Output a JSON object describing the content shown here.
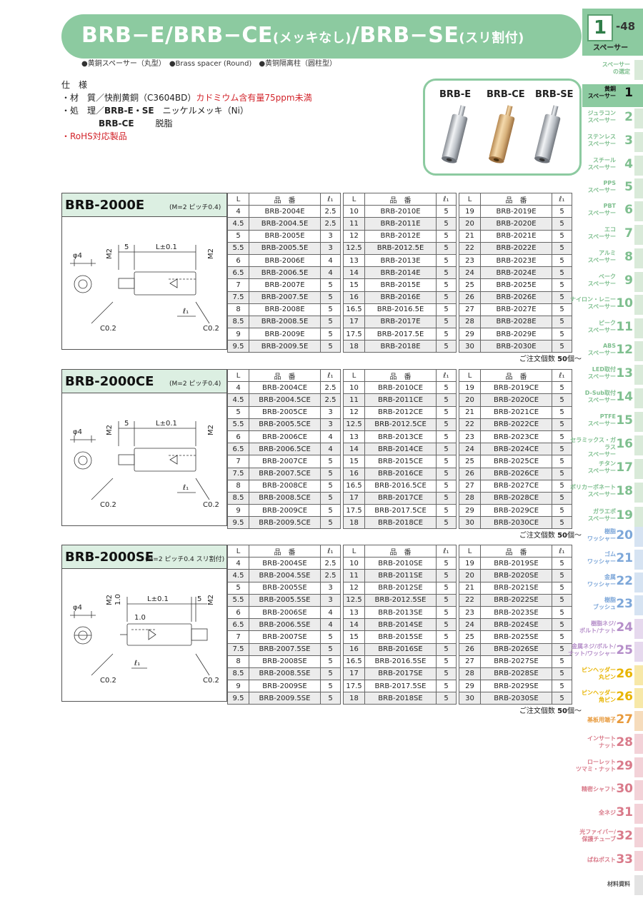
{
  "header": {
    "title_main1": "BRB−E/BRB−CE",
    "title_small1": "(メッキなし)",
    "title_main2": "/BRB−SE",
    "title_small2": "(スリ割付)",
    "chapter_num": "1",
    "chapter_page": "-48",
    "chapter_label": "スペーサー",
    "subtitle": "●黄銅スペーサー（丸型）　●Brass spacer (Round)　●黄铜隔离柱（圆柱型）"
  },
  "spec": {
    "heading": "仕　様",
    "material_label": "・材　質／快削黄銅（C3604BD）",
    "material_note": "カドミウム含有量75ppm未満",
    "process_label": "・処　理／",
    "process_e_se": "BRB-E・SE",
    "process_e_se_value": "ニッケルメッキ（Ni）",
    "process_ce": "BRB-CE",
    "process_ce_value": "脱脂",
    "rohs": "・RoHS対応製品"
  },
  "photo": {
    "labels": [
      "BRB-E",
      "BRB-CE",
      "BRB-SE"
    ]
  },
  "colors": {
    "accent": "#8ccaa0",
    "section_head": "#dcefe2",
    "red_note": "#d2232a"
  },
  "table_headers": [
    "L",
    "品　番",
    "ℓ₁"
  ],
  "order_note_prefix": "ご注文個数 ",
  "order_note_qty": "50",
  "order_note_suffix": "個〜",
  "drawing_labels": {
    "phi": "φ4",
    "m2": "M2",
    "five": "5",
    "length": "L±0.1",
    "c02": "C0.2",
    "l1": "ℓ₁",
    "one": "1.0"
  },
  "sections": [
    {
      "name": "BRB-2000E",
      "note": "(M=2 ピッチ0.4)",
      "col1": [
        [
          "4",
          "BRB-2004E",
          "2.5"
        ],
        [
          "4.5",
          "BRB-2004.5E",
          "2.5"
        ],
        [
          "5",
          "BRB-2005E",
          "3"
        ],
        [
          "5.5",
          "BRB-2005.5E",
          "3"
        ],
        [
          "6",
          "BRB-2006E",
          "4"
        ],
        [
          "6.5",
          "BRB-2006.5E",
          "4"
        ],
        [
          "7",
          "BRB-2007E",
          "5"
        ],
        [
          "7.5",
          "BRB-2007.5E",
          "5"
        ],
        [
          "8",
          "BRB-2008E",
          "5"
        ],
        [
          "8.5",
          "BRB-2008.5E",
          "5"
        ],
        [
          "9",
          "BRB-2009E",
          "5"
        ],
        [
          "9.5",
          "BRB-2009.5E",
          "5"
        ]
      ],
      "col2": [
        [
          "10",
          "BRB-2010E",
          "5"
        ],
        [
          "11",
          "BRB-2011E",
          "5"
        ],
        [
          "12",
          "BRB-2012E",
          "5"
        ],
        [
          "12.5",
          "BRB-2012.5E",
          "5"
        ],
        [
          "13",
          "BRB-2013E",
          "5"
        ],
        [
          "14",
          "BRB-2014E",
          "5"
        ],
        [
          "15",
          "BRB-2015E",
          "5"
        ],
        [
          "16",
          "BRB-2016E",
          "5"
        ],
        [
          "16.5",
          "BRB-2016.5E",
          "5"
        ],
        [
          "17",
          "BRB-2017E",
          "5"
        ],
        [
          "17.5",
          "BRB-2017.5E",
          "5"
        ],
        [
          "18",
          "BRB-2018E",
          "5"
        ]
      ],
      "col3": [
        [
          "19",
          "BRB-2019E",
          "5"
        ],
        [
          "20",
          "BRB-2020E",
          "5"
        ],
        [
          "21",
          "BRB-2021E",
          "5"
        ],
        [
          "22",
          "BRB-2022E",
          "5"
        ],
        [
          "23",
          "BRB-2023E",
          "5"
        ],
        [
          "24",
          "BRB-2024E",
          "5"
        ],
        [
          "25",
          "BRB-2025E",
          "5"
        ],
        [
          "26",
          "BRB-2026E",
          "5"
        ],
        [
          "27",
          "BRB-2027E",
          "5"
        ],
        [
          "28",
          "BRB-2028E",
          "5"
        ],
        [
          "29",
          "BRB-2029E",
          "5"
        ],
        [
          "30",
          "BRB-2030E",
          "5"
        ]
      ]
    },
    {
      "name": "BRB-2000CE",
      "note": "(M=2 ピッチ0.4)",
      "col1": [
        [
          "4",
          "BRB-2004CE",
          "2.5"
        ],
        [
          "4.5",
          "BRB-2004.5CE",
          "2.5"
        ],
        [
          "5",
          "BRB-2005CE",
          "3"
        ],
        [
          "5.5",
          "BRB-2005.5CE",
          "3"
        ],
        [
          "6",
          "BRB-2006CE",
          "4"
        ],
        [
          "6.5",
          "BRB-2006.5CE",
          "4"
        ],
        [
          "7",
          "BRB-2007CE",
          "5"
        ],
        [
          "7.5",
          "BRB-2007.5CE",
          "5"
        ],
        [
          "8",
          "BRB-2008CE",
          "5"
        ],
        [
          "8.5",
          "BRB-2008.5CE",
          "5"
        ],
        [
          "9",
          "BRB-2009CE",
          "5"
        ],
        [
          "9.5",
          "BRB-2009.5CE",
          "5"
        ]
      ],
      "col2": [
        [
          "10",
          "BRB-2010CE",
          "5"
        ],
        [
          "11",
          "BRB-2011CE",
          "5"
        ],
        [
          "12",
          "BRB-2012CE",
          "5"
        ],
        [
          "12.5",
          "BRB-2012.5CE",
          "5"
        ],
        [
          "13",
          "BRB-2013CE",
          "5"
        ],
        [
          "14",
          "BRB-2014CE",
          "5"
        ],
        [
          "15",
          "BRB-2015CE",
          "5"
        ],
        [
          "16",
          "BRB-2016CE",
          "5"
        ],
        [
          "16.5",
          "BRB-2016.5CE",
          "5"
        ],
        [
          "17",
          "BRB-2017CE",
          "5"
        ],
        [
          "17.5",
          "BRB-2017.5CE",
          "5"
        ],
        [
          "18",
          "BRB-2018CE",
          "5"
        ]
      ],
      "col3": [
        [
          "19",
          "BRB-2019CE",
          "5"
        ],
        [
          "20",
          "BRB-2020CE",
          "5"
        ],
        [
          "21",
          "BRB-2021CE",
          "5"
        ],
        [
          "22",
          "BRB-2022CE",
          "5"
        ],
        [
          "23",
          "BRB-2023CE",
          "5"
        ],
        [
          "24",
          "BRB-2024CE",
          "5"
        ],
        [
          "25",
          "BRB-2025CE",
          "5"
        ],
        [
          "26",
          "BRB-2026CE",
          "5"
        ],
        [
          "27",
          "BRB-2027CE",
          "5"
        ],
        [
          "28",
          "BRB-2028CE",
          "5"
        ],
        [
          "29",
          "BRB-2029CE",
          "5"
        ],
        [
          "30",
          "BRB-2030CE",
          "5"
        ]
      ]
    },
    {
      "name": "BRB-2000SE",
      "note": "(M=2 ピッチ0.4 スリ割付)",
      "col1": [
        [
          "4",
          "BRB-2004SE",
          "2.5"
        ],
        [
          "4.5",
          "BRB-2004.5SE",
          "2.5"
        ],
        [
          "5",
          "BRB-2005SE",
          "3"
        ],
        [
          "5.5",
          "BRB-2005.5SE",
          "3"
        ],
        [
          "6",
          "BRB-2006SE",
          "4"
        ],
        [
          "6.5",
          "BRB-2006.5SE",
          "4"
        ],
        [
          "7",
          "BRB-2007SE",
          "5"
        ],
        [
          "7.5",
          "BRB-2007.5SE",
          "5"
        ],
        [
          "8",
          "BRB-2008SE",
          "5"
        ],
        [
          "8.5",
          "BRB-2008.5SE",
          "5"
        ],
        [
          "9",
          "BRB-2009SE",
          "5"
        ],
        [
          "9.5",
          "BRB-2009.5SE",
          "5"
        ]
      ],
      "col2": [
        [
          "10",
          "BRB-2010SE",
          "5"
        ],
        [
          "11",
          "BRB-2011SE",
          "5"
        ],
        [
          "12",
          "BRB-2012SE",
          "5"
        ],
        [
          "12.5",
          "BRB-2012.5SE",
          "5"
        ],
        [
          "13",
          "BRB-2013SE",
          "5"
        ],
        [
          "14",
          "BRB-2014SE",
          "5"
        ],
        [
          "15",
          "BRB-2015SE",
          "5"
        ],
        [
          "16",
          "BRB-2016SE",
          "5"
        ],
        [
          "16.5",
          "BRB-2016.5SE",
          "5"
        ],
        [
          "17",
          "BRB-2017SE",
          "5"
        ],
        [
          "17.5",
          "BRB-2017.5SE",
          "5"
        ],
        [
          "18",
          "BRB-2018SE",
          "5"
        ]
      ],
      "col3": [
        [
          "19",
          "BRB-2019SE",
          "5"
        ],
        [
          "20",
          "BRB-2020SE",
          "5"
        ],
        [
          "21",
          "BRB-2021SE",
          "5"
        ],
        [
          "22",
          "BRB-2022SE",
          "5"
        ],
        [
          "23",
          "BRB-2023SE",
          "5"
        ],
        [
          "24",
          "BRB-2024SE",
          "5"
        ],
        [
          "25",
          "BRB-2025SE",
          "5"
        ],
        [
          "26",
          "BRB-2026SE",
          "5"
        ],
        [
          "27",
          "BRB-2027SE",
          "5"
        ],
        [
          "28",
          "BRB-2028SE",
          "5"
        ],
        [
          "29",
          "BRB-2029SE",
          "5"
        ],
        [
          "30",
          "BRB-2030SE",
          "5"
        ]
      ]
    }
  ],
  "nav": [
    {
      "label": "スペーサー\nの選定",
      "num": "",
      "color": "#7fbf8f",
      "tab": "#d9ead9"
    },
    {
      "label": "黄銅\nスペーサー",
      "num": "1",
      "color": "#111111",
      "tab": "#8ccaa0",
      "active": true
    },
    {
      "label": "ジュラコン\nスペーサー",
      "num": "2",
      "color": "#7fbf8f",
      "tab": "#d9ead9"
    },
    {
      "label": "ステンレス\nスペーサー",
      "num": "3",
      "color": "#7fbf8f",
      "tab": "#d9ead9"
    },
    {
      "label": "スチール\nスペーサー",
      "num": "4",
      "color": "#7fbf8f",
      "tab": "#d9ead9"
    },
    {
      "label": "PPS\nスペーサー",
      "num": "5",
      "color": "#7fbf8f",
      "tab": "#d9ead9"
    },
    {
      "label": "PBT\nスペーサー",
      "num": "6",
      "color": "#7fbf8f",
      "tab": "#d9ead9"
    },
    {
      "label": "エコ\nスペーサー",
      "num": "7",
      "color": "#7fbf8f",
      "tab": "#d9ead9"
    },
    {
      "label": "アルミ\nスペーサー",
      "num": "8",
      "color": "#7fbf8f",
      "tab": "#d9ead9"
    },
    {
      "label": "ベーク\nスペーサー",
      "num": "9",
      "color": "#7fbf8f",
      "tab": "#d9ead9"
    },
    {
      "label": "ナイロン・レニー\nスペーサー",
      "num": "10",
      "color": "#7fbf8f",
      "tab": "#d9ead9"
    },
    {
      "label": "ピーク\nスペーサー",
      "num": "11",
      "color": "#7fbf8f",
      "tab": "#d9ead9"
    },
    {
      "label": "ABS\nスペーサー",
      "num": "12",
      "color": "#7fbf8f",
      "tab": "#d9ead9"
    },
    {
      "label": "LED取付\nスペーサー",
      "num": "13",
      "color": "#7fbf8f",
      "tab": "#d9ead9"
    },
    {
      "label": "D-Sub取付\nスペーサー",
      "num": "14",
      "color": "#7fbf8f",
      "tab": "#d9ead9"
    },
    {
      "label": "PTFE\nスペーサー",
      "num": "15",
      "color": "#7fbf8f",
      "tab": "#d9ead9"
    },
    {
      "label": "セラミックス・ガラス\nスペーサー",
      "num": "16",
      "color": "#7fbf8f",
      "tab": "#d9ead9"
    },
    {
      "label": "チタン\nスペーサー",
      "num": "17",
      "color": "#7fbf8f",
      "tab": "#d9ead9"
    },
    {
      "label": "ポリカーボネート\nスペーサー",
      "num": "18",
      "color": "#7fbf8f",
      "tab": "#d9ead9"
    },
    {
      "label": "ガラエポ\nスペーサー",
      "num": "19",
      "color": "#7fbf8f",
      "tab": "#d9ead9"
    },
    {
      "label": "樹脂\nワッシャー",
      "num": "20",
      "color": "#7da7d9",
      "tab": "#d6e3f2"
    },
    {
      "label": "ゴム\nワッシャー",
      "num": "21",
      "color": "#7da7d9",
      "tab": "#d6e3f2"
    },
    {
      "label": "金属\nワッシャー",
      "num": "22",
      "color": "#7da7d9",
      "tab": "#d6e3f2"
    },
    {
      "label": "樹脂\nブッシュ",
      "num": "23",
      "color": "#7da7d9",
      "tab": "#d6e3f2"
    },
    {
      "label": "樹脂ネジ/\nボルト/ナット",
      "num": "24",
      "color": "#b58ec9",
      "tab": "#e6d9ee"
    },
    {
      "label": "金属ネジ/ボルト/\nナット/ワッシャー",
      "num": "25",
      "color": "#b58ec9",
      "tab": "#e6d9ee"
    },
    {
      "label": "ピンヘッダー\n丸ピン",
      "num": "26",
      "color": "#e8b400",
      "tab": "#f7e8a8"
    },
    {
      "label": "ピンヘッダー\n角ピン",
      "num": "26",
      "color": "#e8b400",
      "tab": "#f7e8a8"
    },
    {
      "label": "基板用端子",
      "num": "27",
      "color": "#e89a3c",
      "tab": "#f6dcbc"
    },
    {
      "label": "インサート\nナット",
      "num": "28",
      "color": "#d97a8a",
      "tab": "#f3d2d8"
    },
    {
      "label": "ローレット\nツマミ・ナット",
      "num": "29",
      "color": "#d97a8a",
      "tab": "#f3d2d8"
    },
    {
      "label": "精密シャフト",
      "num": "30",
      "color": "#d97a8a",
      "tab": "#f3d2d8"
    },
    {
      "label": "全ネジ",
      "num": "31",
      "color": "#d97a8a",
      "tab": "#f3d2d8"
    },
    {
      "label": "光ファイバー/\n保護チューブ",
      "num": "32",
      "color": "#d97a8a",
      "tab": "#f3d2d8"
    },
    {
      "label": "ばねポスト",
      "num": "33",
      "color": "#d97a8a",
      "tab": "#f3d2d8"
    },
    {
      "label": "材料資料",
      "num": "",
      "color": "#555555",
      "tab": "#e3e3e3"
    }
  ]
}
